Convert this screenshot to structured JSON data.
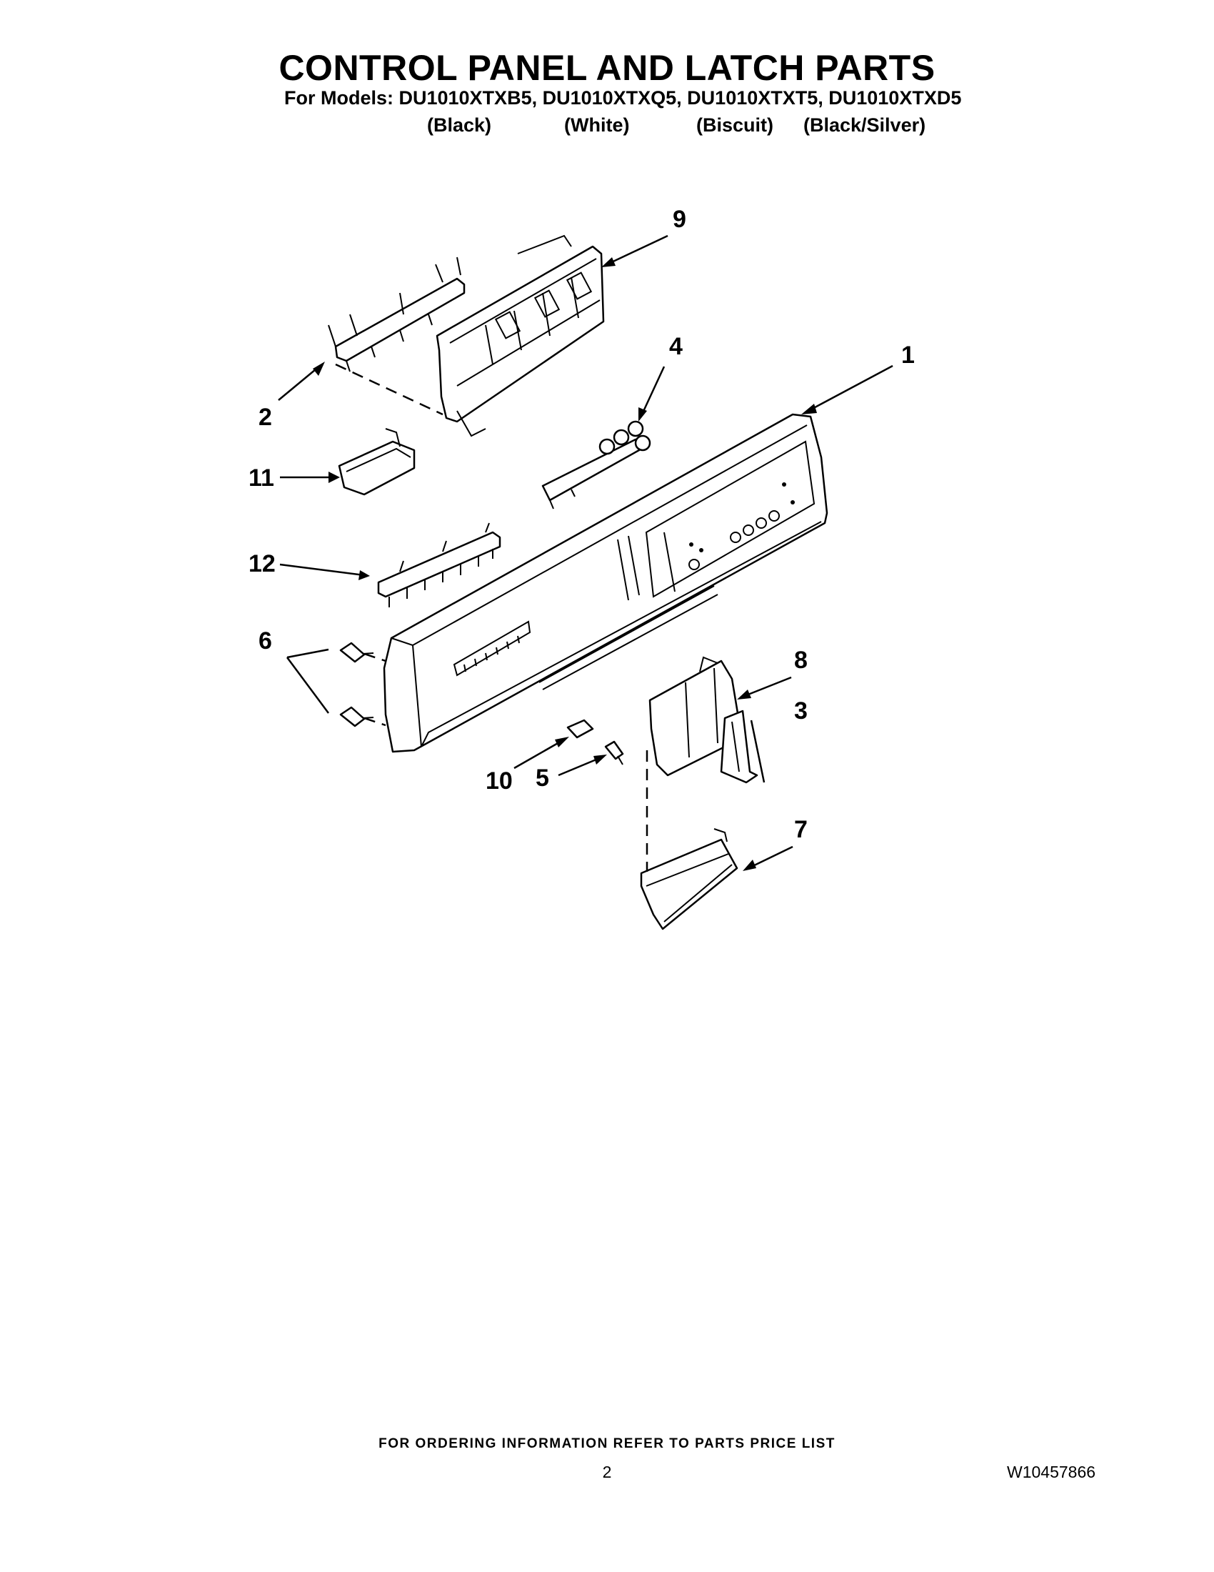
{
  "title": "CONTROL PANEL AND LATCH PARTS",
  "models_line": "For Models: DU1010XTXB5, DU1010XTXQ5, DU1010XTXT5, DU1010XTXD5",
  "colors": [
    "(Black)",
    "(White)",
    "(Biscuit)",
    "(Black/Silver)"
  ],
  "callouts": [
    "1",
    "2",
    "3",
    "4",
    "5",
    "6",
    "7",
    "8",
    "9",
    "10",
    "11",
    "12"
  ],
  "footer": "FOR ORDERING INFORMATION REFER TO PARTS PRICE LIST",
  "page_number": "2",
  "document_number": "W10457866"
}
